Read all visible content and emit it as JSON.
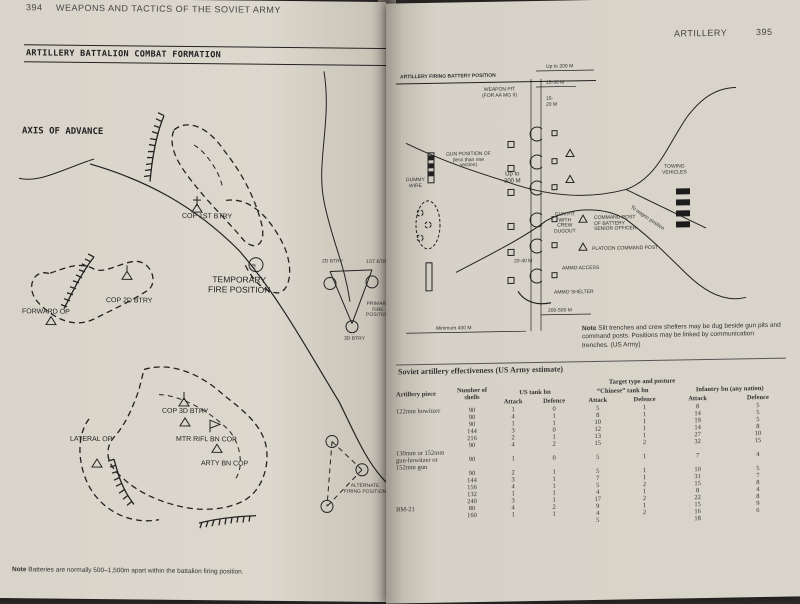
{
  "left_page": {
    "page_number": "394",
    "running_head": "WEAPONS AND TACTICS OF THE SOVIET ARMY",
    "section_title": "ARTILLERY BATTALION COMBAT FORMATION",
    "axis_label": "AXIS OF ADVANCE",
    "labels": {
      "cop_1st": "COP 1ST BTRY",
      "temporary": "TEMPORARY\nFIRE POSITION",
      "forward_op": "FORWARD OP",
      "cop_2d": "COP 2D BTRY",
      "cop_3d": "COP 3D BTRY",
      "mtr_rifl": "MTR RIFL BN COP",
      "arty_bn": "ARTY BN COP",
      "lateral_op": "LATERAL OP",
      "btry_2d": "2D BTRY",
      "btry_1st": "1ST BTRY",
      "btry_3d": "3D BTRY",
      "primary": "PRIMARY\nFIRE\nPOSITION",
      "alternate": "ALTERNATE\nFIRING POSITION"
    },
    "note_bold": "Note",
    "note_text": " Batteries are normally 500–1,500m apart within the battalion firing position."
  },
  "right_page": {
    "running_head": "ARTILLERY",
    "page_number": "395",
    "section_title": "ARTILLERY FIRING BATTERY POSITION",
    "labels": {
      "up_to_200": "Up to 200 M",
      "range_15_30": "15-30 M",
      "range_15_20": "15-\n20 M",
      "weapon_pit": "WEAPON PIT\n(FOR AA MG II)",
      "gun_pos": "GUN POSITION OF\n(less than one\nsection)",
      "up_to_300": "Up to\n300 M",
      "dummy": "DUMMY\nWIRE",
      "towing": "TOWING\nVEHICLES",
      "to_wagon": "To wagon position",
      "gun_pit": "GUN PIT\nWITH\nCREW\nDUGOUT",
      "command_post": "COMMAND POST\nOF BATTERY\nSENIOR OFFICER",
      "platoon_cp": "PLATOON COMMAND POST",
      "range_20_40": "20-40 M",
      "ammo_access": "AMMO ACCESS",
      "ammo_shelter": "AMMO SHELTER",
      "min_400": "Minimum 400 M",
      "range_200_500": "200-500 M"
    },
    "note_bold": "Note",
    "note_text": " Slit trenches and crew shelters may be dug beside gun pits and command posts. Positions may be linked by communication trenches. (US Army)",
    "table": {
      "title": "Soviet artillery effectiveness (US Army estimate)",
      "col_weapon": "Artillery piece",
      "col_shells": "Number of shells",
      "col_target": "Target type and posture",
      "groups": [
        "US tank bn",
        "“Chinese” tank bn",
        "Infantry bn (any nation)"
      ],
      "sub": [
        "Attack",
        "Defence",
        "Attack",
        "Defence",
        "Attack",
        "Defence"
      ],
      "row_labels": [
        "122mm howitzer",
        "",
        "",
        "",
        "",
        "",
        "130mm or 152mm gun-howitzer or 152mm gun",
        "",
        "",
        "",
        "",
        "",
        "BM-21",
        "",
        ""
      ],
      "rows": [
        [
          "90",
          "1",
          "0",
          "5",
          "1",
          "8",
          "5"
        ],
        [
          "90",
          "4",
          "1",
          "8",
          "1",
          "14",
          "5"
        ],
        [
          "90",
          "1",
          "1",
          "10",
          "1",
          "19",
          "5"
        ],
        [
          "144",
          "3",
          "0",
          "12",
          "1",
          "14",
          "8"
        ],
        [
          "216",
          "2",
          "1",
          "13",
          "1",
          "27",
          "10"
        ],
        [
          "90",
          "4",
          "2",
          "15",
          "2",
          "32",
          "15"
        ],
        [
          "90",
          "1",
          "0",
          "5",
          "1",
          "7",
          "4"
        ],
        [
          "90",
          "2",
          "1",
          "5",
          "1",
          "10",
          "5"
        ],
        [
          "144",
          "3",
          "1",
          "7",
          "1",
          "31",
          "7"
        ],
        [
          "156",
          "4",
          "1",
          "5",
          "2",
          "15",
          "8"
        ],
        [
          "132",
          "1",
          "1",
          "4",
          "1",
          "8",
          "4"
        ],
        [
          "240",
          "3",
          "1",
          "17",
          "2",
          "22",
          "8"
        ],
        [
          "80",
          "4",
          "2",
          "9",
          "1",
          "15",
          "9"
        ],
        [
          "160",
          "1",
          "1",
          "4",
          "2",
          "16",
          "6"
        ],
        [
          "",
          "",
          "",
          "5",
          "",
          "18",
          ""
        ]
      ]
    }
  }
}
